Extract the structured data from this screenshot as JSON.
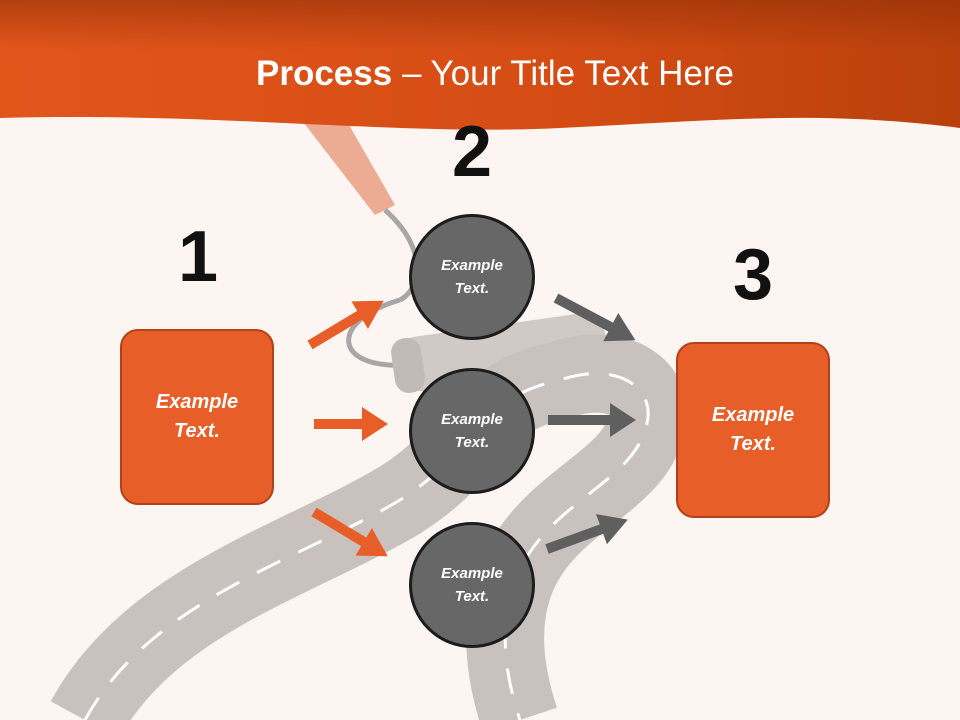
{
  "slide": {
    "title_bold": "Process",
    "title_rest": " – Your Title Text Here",
    "colors": {
      "accent": "#e85e28",
      "accent_dark": "#b04219",
      "header": "#d9501a",
      "circle": "#676767",
      "grey_arrow": "#5f5f5f",
      "background": "#fdf5f1"
    }
  },
  "steps": {
    "one": {
      "number": "1",
      "text": "Example Text."
    },
    "two": {
      "number": "2"
    },
    "three": {
      "number": "3",
      "text": "Example Text."
    }
  },
  "circles": [
    {
      "text": "Example Text."
    },
    {
      "text": "Example Text."
    },
    {
      "text": "Example Text."
    }
  ],
  "icons": [
    "paint-roller-icon",
    "road-icon",
    "arrow-right-icon"
  ]
}
